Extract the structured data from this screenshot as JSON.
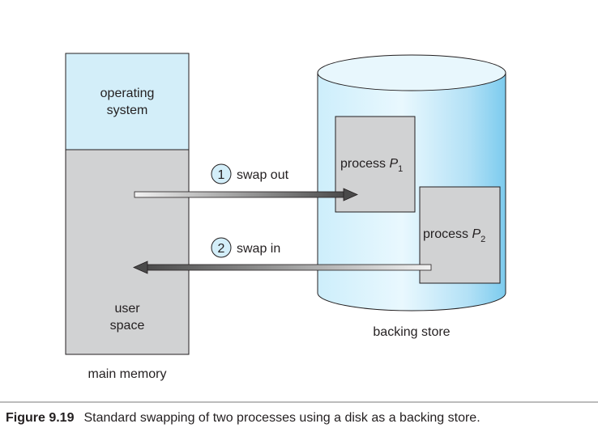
{
  "main_memory": {
    "os_label_line1": "operating",
    "os_label_line2": "system",
    "user_label_line1": "user",
    "user_label_line2": "space",
    "caption": "main memory"
  },
  "backing_store": {
    "caption": "backing store",
    "process1": {
      "name": "process ",
      "var": "P",
      "sub": "1"
    },
    "process2": {
      "name": "process ",
      "var": "P",
      "sub": "2"
    }
  },
  "steps": [
    {
      "number": "1",
      "label": "swap out"
    },
    {
      "number": "2",
      "label": "swap in"
    }
  ],
  "figure": {
    "number": "Figure 9.19",
    "caption": "Standard swapping of two processes using a disk as a backing store."
  },
  "colors": {
    "os_fill": "#d3eef9",
    "user_fill": "#d1d2d3",
    "process_fill": "#d1d2d3",
    "cylinder_light": "#e6f6fd",
    "cylinder_mid": "#b9e3f7",
    "cylinder_dark": "#84cff0",
    "outline": "#231f20",
    "step_circle": "#d3eef9"
  }
}
